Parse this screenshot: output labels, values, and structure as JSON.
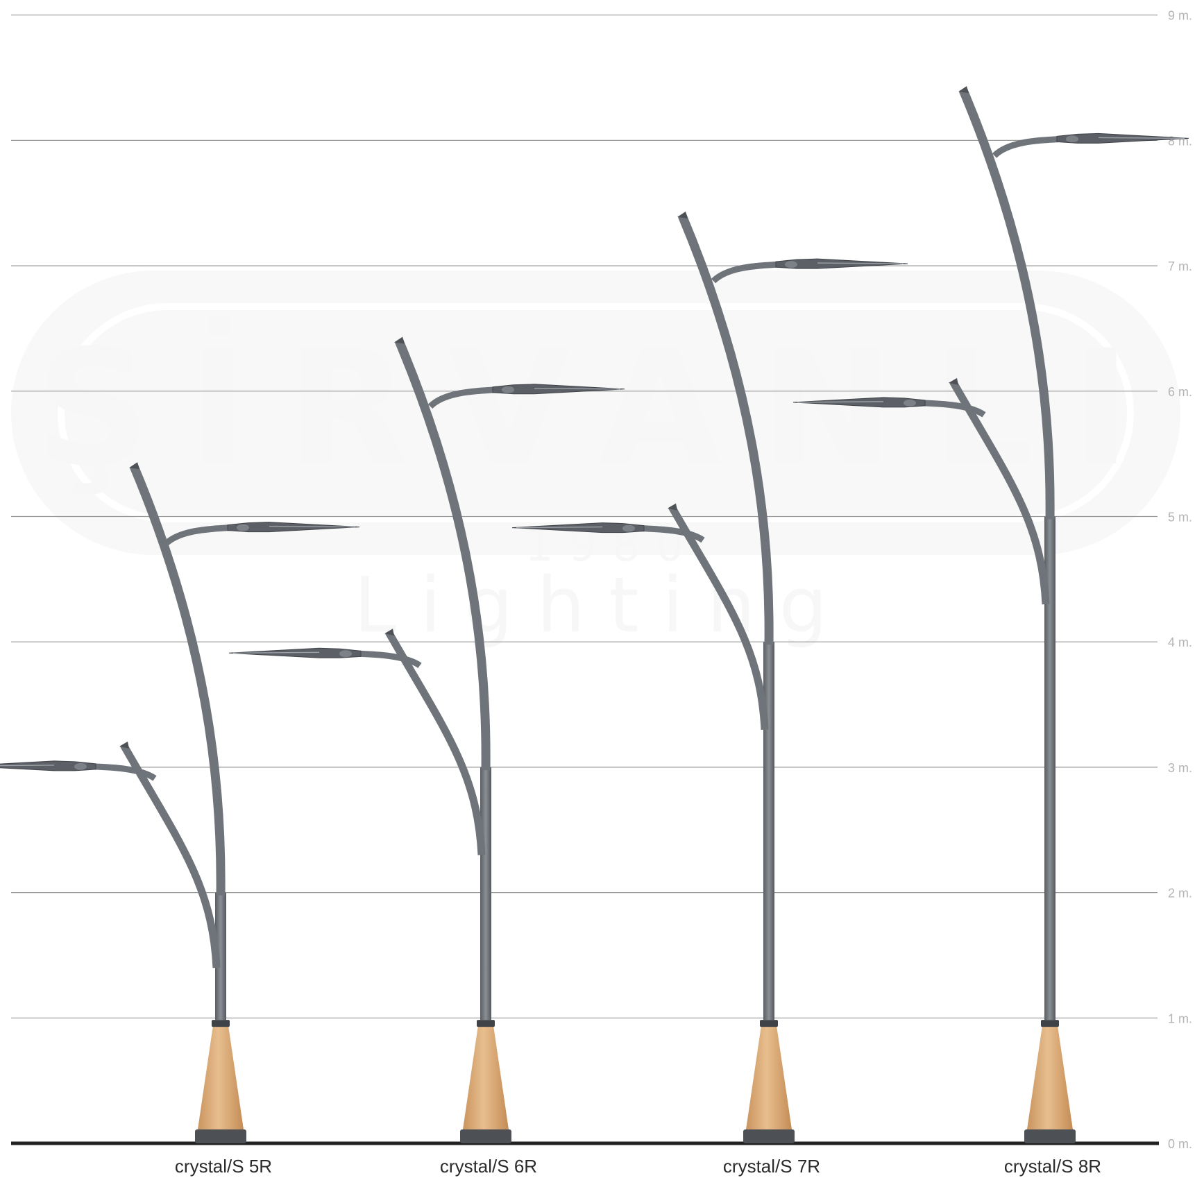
{
  "watermark": {
    "brand": "ŞİRVANLI",
    "year": "1980",
    "sub": "Lighting"
  },
  "scale": {
    "unit": "m.",
    "ticks": [
      {
        "value": 0,
        "label": "0 m."
      },
      {
        "value": 1,
        "label": "1 m."
      },
      {
        "value": 2,
        "label": "2 m."
      },
      {
        "value": 3,
        "label": "3 m."
      },
      {
        "value": 4,
        "label": "4 m."
      },
      {
        "value": 5,
        "label": "5 m."
      },
      {
        "value": 6,
        "label": "6 m."
      },
      {
        "value": 7,
        "label": "7 m."
      },
      {
        "value": 8,
        "label": "8 m."
      },
      {
        "value": 9,
        "label": "9 m."
      }
    ]
  },
  "poles": [
    {
      "name": "crystal/S 5R",
      "height_m": 5,
      "upper_lamp_m": 4.9,
      "lower_lamp_m": 3.0
    },
    {
      "name": "crystal/S 6R",
      "height_m": 6,
      "upper_lamp_m": 6.0,
      "lower_lamp_m": 3.9
    },
    {
      "name": "crystal/S 7R",
      "height_m": 7,
      "upper_lamp_m": 7.0,
      "lower_lamp_m": 4.9
    },
    {
      "name": "crystal/S 8R",
      "height_m": 8,
      "upper_lamp_m": 8.0,
      "lower_lamp_m": 5.9
    }
  ],
  "colors": {
    "pole": "#6f747a",
    "pole_dark": "#4e5257",
    "wood": "#dcae7c",
    "wood_dark": "#c38f5c",
    "grid": "#9a9a9a",
    "ground": "#222222"
  }
}
